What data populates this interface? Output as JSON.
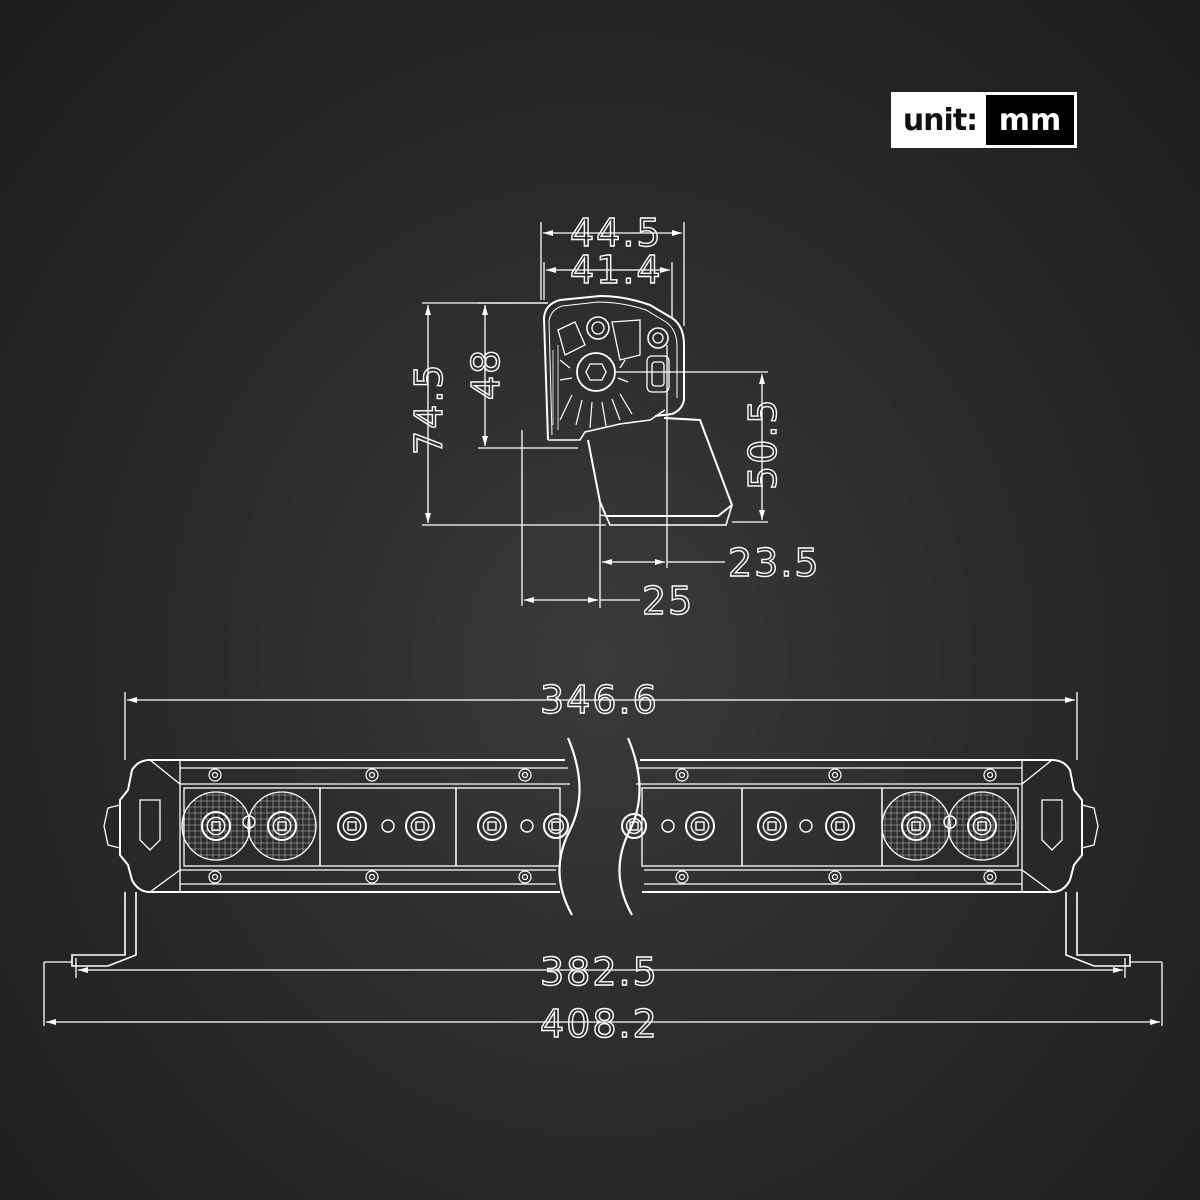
{
  "unit_badge": {
    "label": "unit:",
    "value": "mm"
  },
  "side_view": {
    "width_overall": "44.5",
    "width_housing": "41.4",
    "height_overall": "74.5",
    "height_housing": "48",
    "bracket_height": "50.5",
    "bracket_offset": "23.5",
    "base_depth": "25"
  },
  "front_view": {
    "housing_length": "346.6",
    "mount_hole_span": "382.5",
    "overall_length": "408.2"
  },
  "colors": {
    "line": "#ffffff",
    "background": "#2b2b2b",
    "badge_bg": "#ffffff",
    "badge_value_bg": "#000000"
  }
}
